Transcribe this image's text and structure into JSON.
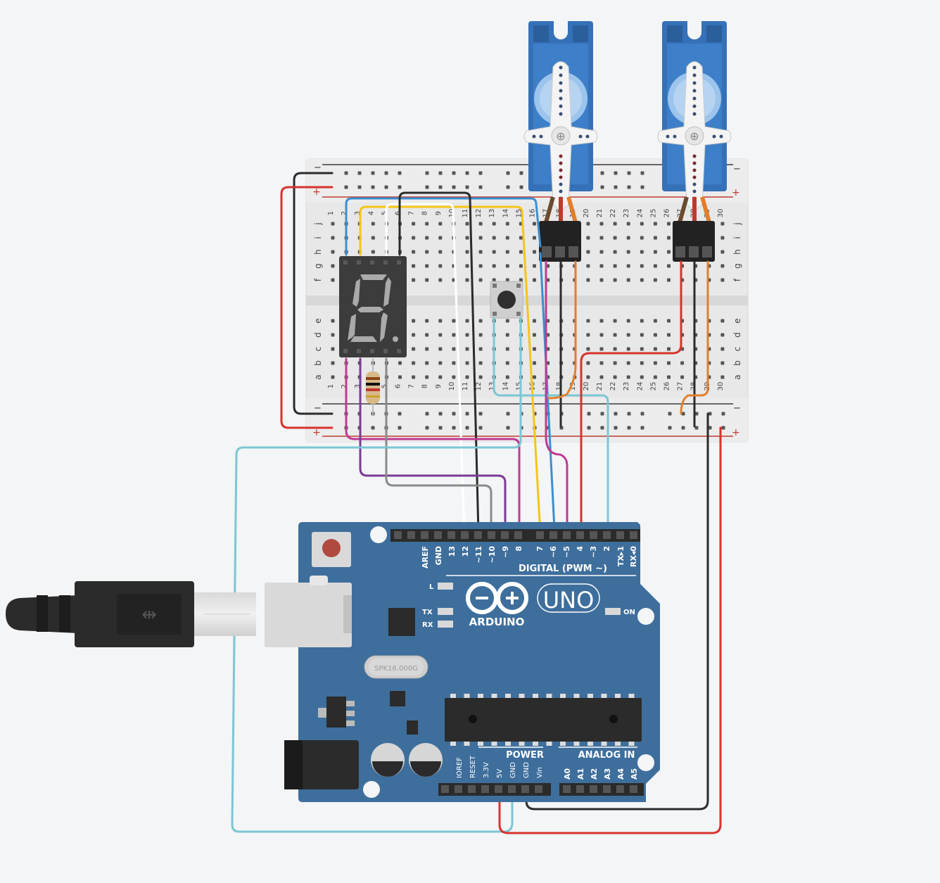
{
  "breadboard": {
    "rail_minus": "−",
    "rail_plus": "+",
    "columns": [
      "1",
      "2",
      "3",
      "4",
      "5",
      "6",
      "7",
      "8",
      "9",
      "10",
      "11",
      "12",
      "13",
      "14",
      "15",
      "16",
      "17",
      "18",
      "19",
      "20",
      "21",
      "22",
      "23",
      "24",
      "25",
      "26",
      "27",
      "28",
      "29",
      "30"
    ],
    "row_letters_top": [
      "j",
      "i",
      "h",
      "g",
      "f"
    ],
    "row_letters_bottom": [
      "e",
      "d",
      "c",
      "b",
      "a"
    ]
  },
  "arduino": {
    "brand": "ARDUINO",
    "model": "UNO",
    "digital_header": "DIGITAL (PWM ~)",
    "power_header": "POWER",
    "analog_header": "ANALOG IN",
    "led_l": "L",
    "led_tx": "TX",
    "led_rx": "RX",
    "on_label": "ON",
    "crystal_label": "SPK16.000G",
    "digital_pins": [
      "AREF",
      "GND",
      "13",
      "12",
      "~11",
      "~10",
      "~9",
      "8",
      "7",
      "~6",
      "~5",
      "4",
      "~3",
      "2",
      "TX▸1",
      "RX◂0"
    ],
    "power_pins": [
      "IOREF",
      "RESET",
      "3.3V",
      "5V",
      "GND",
      "GND",
      "Vin"
    ],
    "analog_pins": [
      "A0",
      "A1",
      "A2",
      "A3",
      "A4",
      "A5"
    ]
  },
  "wire_colors": {
    "black": "#2b2b2b",
    "red": "#d8332c",
    "blue": "#3a8fd0",
    "yellow": "#f5c518",
    "white": "#ffffff",
    "magenta": "#c03a95",
    "purple": "#7b3a96",
    "gray": "#8a8a8a",
    "cyan": "#7cc6d4",
    "orange": "#e07f2c"
  }
}
